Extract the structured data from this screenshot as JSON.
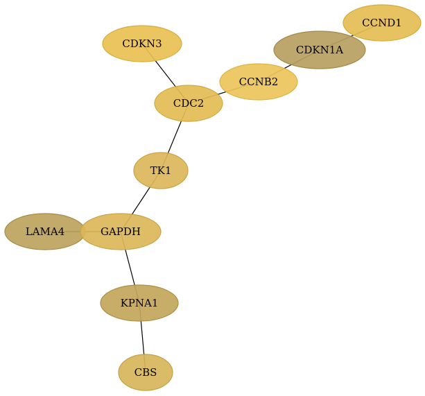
{
  "nodes": [
    {
      "id": "CCND1",
      "label": "CCND1",
      "fill": "#e5bd52",
      "stroke": "#d6ab3a"
    },
    {
      "id": "CDKN1A",
      "label": "CDKN1A",
      "fill": "#b8a060",
      "stroke": "#a08a48"
    },
    {
      "id": "CDKN3",
      "label": "CDKN3",
      "fill": "#e8c052",
      "stroke": "#d8ad3a"
    },
    {
      "id": "CCNB2",
      "label": "CCNB2",
      "fill": "#ecc65a",
      "stroke": "#dcb342"
    },
    {
      "id": "CDC2",
      "label": "CDC2",
      "fill": "#e3bc55",
      "stroke": "#d3a93e"
    },
    {
      "id": "TK1",
      "label": "TK1",
      "fill": "#dcb65a",
      "stroke": "#c9a343"
    },
    {
      "id": "LAMA4",
      "label": "LAMA4",
      "fill": "#bca35d",
      "stroke": "#a58c46"
    },
    {
      "id": "GAPDH",
      "label": "GAPDH",
      "fill": "#dcb75a",
      "stroke": "#c9a443"
    },
    {
      "id": "KPNA1",
      "label": "KPNA1",
      "fill": "#c3a65c",
      "stroke": "#ad9045"
    },
    {
      "id": "CBS",
      "label": "CBS",
      "fill": "#d7b55a",
      "stroke": "#c4a243"
    }
  ],
  "edges": [
    {
      "source": "CCND1",
      "target": "CDKN1A"
    },
    {
      "source": "CDKN1A",
      "target": "CCNB2"
    },
    {
      "source": "CDKN3",
      "target": "CDC2"
    },
    {
      "source": "CCNB2",
      "target": "CDC2"
    },
    {
      "source": "CDC2",
      "target": "TK1"
    },
    {
      "source": "TK1",
      "target": "GAPDH"
    },
    {
      "source": "LAMA4",
      "target": "GAPDH"
    },
    {
      "source": "GAPDH",
      "target": "KPNA1"
    },
    {
      "source": "KPNA1",
      "target": "CBS"
    }
  ]
}
